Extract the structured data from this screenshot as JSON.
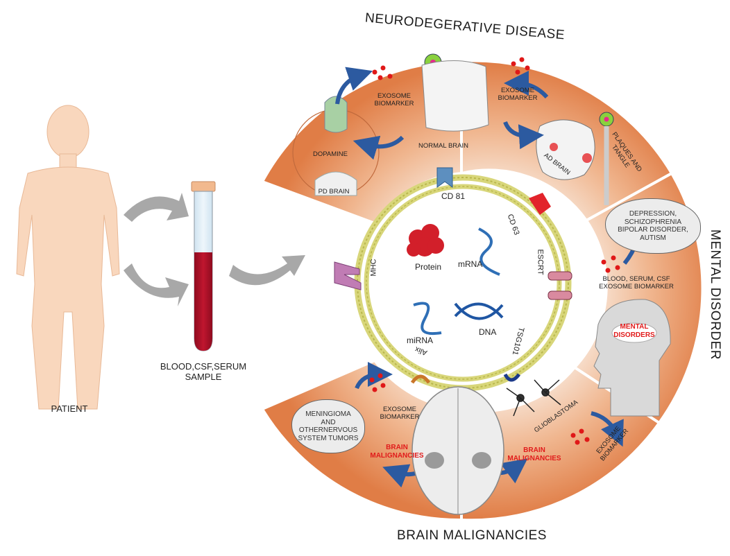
{
  "sections": {
    "top": "NEURODEGERATIVE DISEASE",
    "right": "MENTAL DISORDER",
    "bottom": "BRAIN MALIGNANCIES"
  },
  "patient": {
    "label": "PATIENT"
  },
  "sample": {
    "label": "BLOOD,CSF,SERUM\nSAMPLE"
  },
  "neuro": {
    "dopamine": "DOPAMINE",
    "pd_brain": "PD BRAIN",
    "exosome_left": "EXOSOME\nBIOMARKER",
    "normal_brain": "NORMAL BRAIN",
    "exosome_right": "EXOSOME\nBIOMARKER",
    "ad_brain": "AD BRAIN",
    "plaques": "PLAQUES AND\nTANGLE"
  },
  "mental": {
    "bubble": "DEPRESSION,\nSCHIZOPHRENIA\nBIPOLAR DISORDER,\nAUTISM",
    "biomarker": "BLOOD, SERUM, CSF\nEXOSOME BIOMARKER",
    "head_label": "MENTAL\nDISORDERS"
  },
  "malignancy": {
    "bubble": "MENINGIOMA\nAND\nOTHERNERVOUS\nSYSTEM TUMORS",
    "exosome_left": "EXOSOME\nBIOMARKER",
    "brain_left": "BRAIN\nMALIGNANCIES",
    "brain_right": "BRAIN\nMALIGNANCIES",
    "glioblastoma": "GLIOBLASTOMA",
    "exosome_right": "EXOSOME\nBIOMARKER"
  },
  "exosome": {
    "cd81": "CD 81",
    "cd63": "CD 63",
    "escrt": "ESCRT",
    "tsg101": "TSG101",
    "alix": "Alix",
    "mhc": "MHC",
    "protein": "Protein",
    "mrna": "mRNA",
    "mirna": "miRNA",
    "dna": "DNA"
  },
  "colors": {
    "ring_orange": "#e48d5a",
    "ring_light": "#f6dcc8",
    "blood": "#b3122a",
    "arrow_blue": "#2c5aa0",
    "arrow_grey": "#a8a8a8",
    "red_text": "#e11b1b",
    "skin": "#f9d7bd"
  }
}
